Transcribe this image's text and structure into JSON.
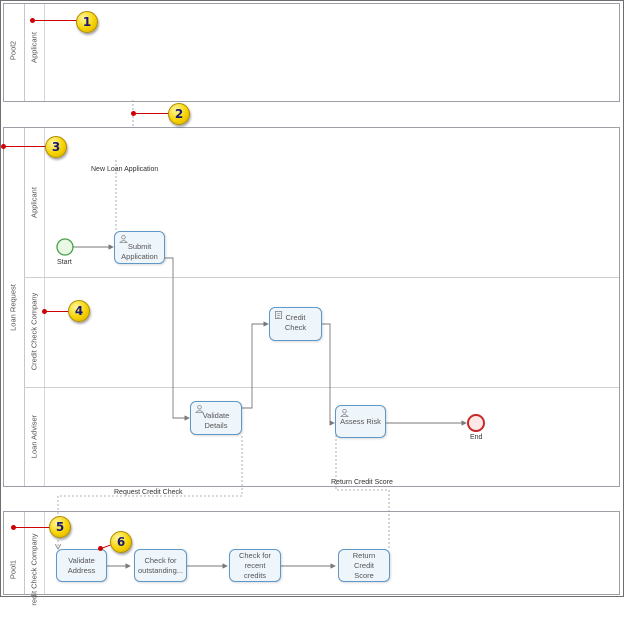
{
  "pools": {
    "pool2": {
      "label": "Pool2",
      "lane": "Applicant"
    },
    "loan_request": {
      "label": "Loan Request",
      "lanes": [
        "Applicant",
        "Credit Check Company",
        "Loan Adviser"
      ]
    },
    "pool1": {
      "label": "Pool1",
      "lane": "redit Check Company"
    }
  },
  "events": {
    "start": "Start",
    "end": "End"
  },
  "tasks": {
    "submit_application": [
      "Submit",
      "Application"
    ],
    "credit_check": [
      "Credit Check"
    ],
    "validate_details": [
      "Validate",
      "Details"
    ],
    "assess_risk": [
      "Assess Risk"
    ],
    "validate_address": [
      "Validate",
      "Address"
    ],
    "check_outstanding": [
      "Check for",
      "outstanding..."
    ],
    "check_recent_credits": [
      "Check for",
      "recent credits"
    ],
    "return_credit_score": [
      "Return Credit",
      "Score"
    ]
  },
  "messages": {
    "new_loan_application": "New Loan Application",
    "request_credit_check": "Request Credit Check",
    "return_credit_score": "Return Credit Score"
  },
  "callouts": [
    "1",
    "2",
    "3",
    "4",
    "5",
    "6"
  ],
  "colors": {
    "task_border": "#5f97c8",
    "task_fill": "#eef5fb",
    "start_event": "#43a047",
    "end_event": "#c62828",
    "callout": "#d00000",
    "badge": "#f6d300"
  }
}
